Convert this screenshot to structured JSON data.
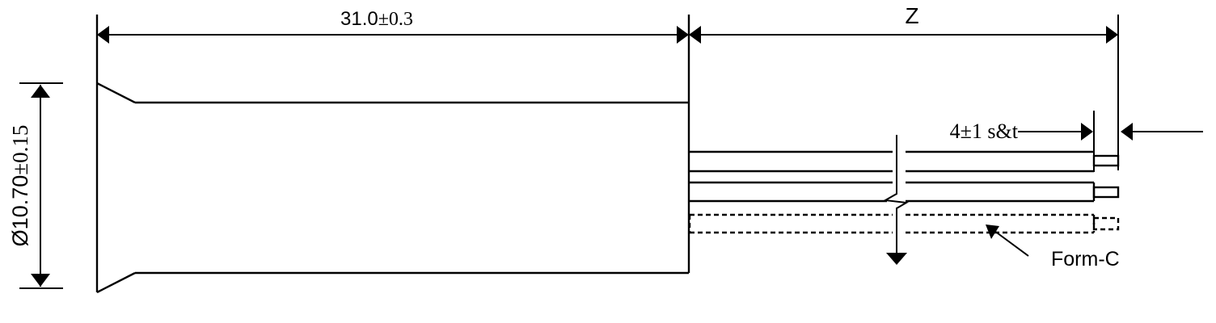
{
  "page": {
    "background": "#ffffff",
    "ink_color": "#000000"
  },
  "dimensions": {
    "body_length": {
      "value": "31.0",
      "tolerance": "±0.3"
    },
    "exposed_lead_length": {
      "label": "Z"
    },
    "body_diameter": {
      "value": "Ø10.70",
      "tolerance": "±0.15"
    },
    "strip_and_tin": {
      "label": "4±1 s&t"
    }
  },
  "annotations": {
    "form_c": {
      "label": "Form-C"
    }
  }
}
